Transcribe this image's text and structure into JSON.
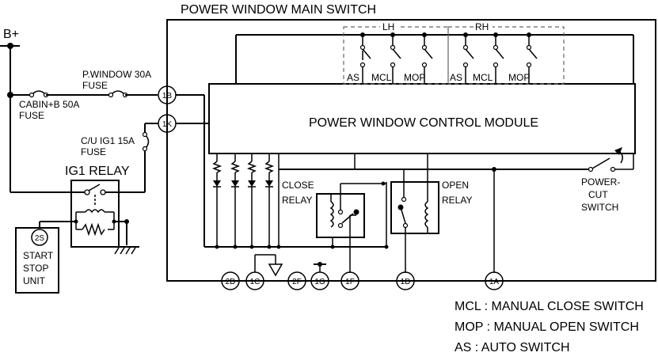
{
  "title": "POWER WINDOW MAIN SWITCH",
  "supply": "B+",
  "fuses": {
    "pwindow": [
      "P.WINDOW 30A",
      "FUSE"
    ],
    "cabin": [
      "CABIN+B 50A",
      "FUSE"
    ],
    "cuig1": [
      "C/U IG1 15A",
      "FUSE"
    ]
  },
  "relay_ig1": "IG1 RELAY",
  "start_stop": {
    "code": "2S",
    "lines": [
      "START",
      "STOP",
      "UNIT"
    ]
  },
  "module": "POWER WINDOW CONTROL MODULE",
  "groups": {
    "lh": "LH",
    "rh": "RH"
  },
  "switch_labels": {
    "as": "AS",
    "mcl": "MCL",
    "mop": "MOP"
  },
  "close_relay": [
    "CLOSE",
    "RELAY"
  ],
  "open_relay": [
    "OPEN",
    "RELAY"
  ],
  "power_cut": [
    "POWER-",
    "CUT",
    "SWITCH"
  ],
  "connectors": {
    "c1b": "1B",
    "c1k": "1K",
    "c2d": "2D",
    "c1c": "1C",
    "c2f": "2F",
    "c1g": "1G",
    "c1f": "1F",
    "c1d": "1D",
    "c1a": "1A"
  },
  "legend": [
    "MCL : MANUAL CLOSE SWITCH",
    "MOP : MANUAL OPEN SWITCH",
    "AS : AUTO SWITCH"
  ]
}
